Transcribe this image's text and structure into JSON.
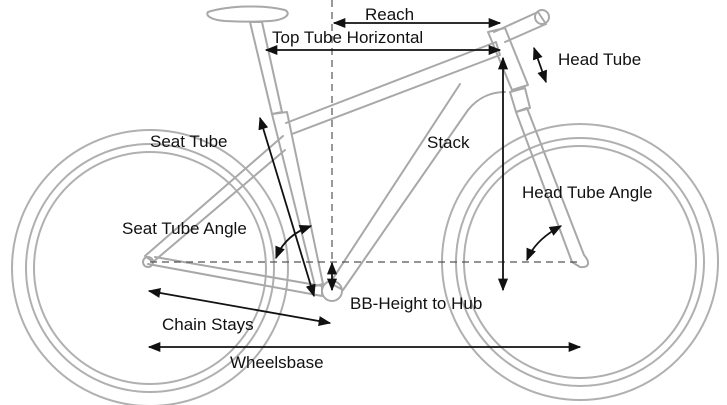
{
  "diagram": {
    "title": "Bike frame geometry",
    "labels": {
      "reach": "Reach",
      "top_tube_horizontal": "Top Tube Horizontal",
      "head_tube": "Head Tube",
      "seat_tube": "Seat Tube",
      "stack": "Stack",
      "head_tube_angle": "Head Tube Angle",
      "seat_tube_angle": "Seat Tube Angle",
      "bb_height_to_hub": "BB-Height to Hub",
      "chain_stays": "Chain Stays",
      "wheelbase": "Wheelsbase"
    },
    "colors": {
      "frame": "#a8a8a8",
      "dimension": "#111111",
      "background": "#ffffff"
    }
  }
}
